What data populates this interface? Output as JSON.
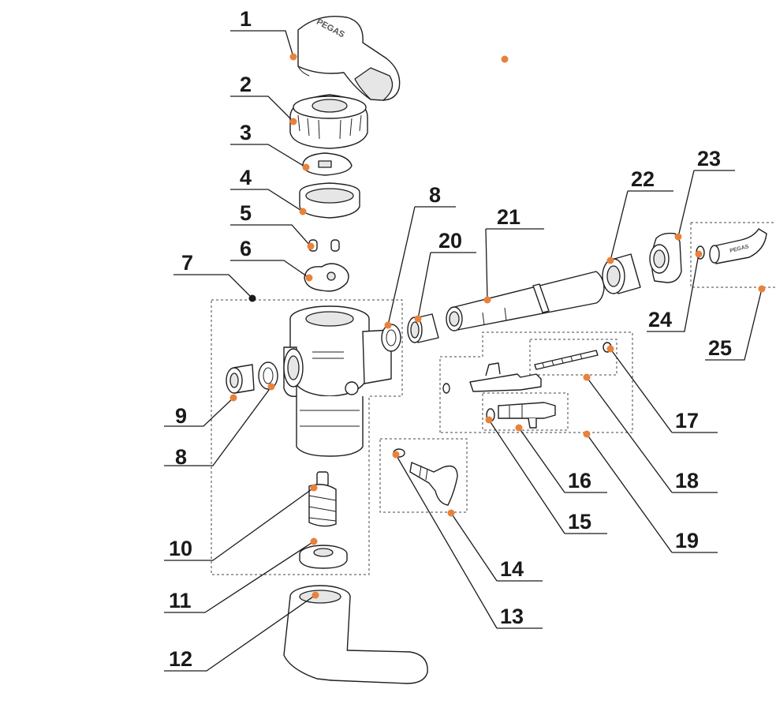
{
  "brand_text": "PEGAS",
  "dot_color": "#e8823a",
  "callouts": [
    {
      "id": "1",
      "label": "1"
    },
    {
      "id": "2",
      "label": "2"
    },
    {
      "id": "3",
      "label": "3"
    },
    {
      "id": "4",
      "label": "4"
    },
    {
      "id": "5",
      "label": "5"
    },
    {
      "id": "6",
      "label": "6"
    },
    {
      "id": "7",
      "label": "7"
    },
    {
      "id": "8a",
      "label": "8"
    },
    {
      "id": "8b",
      "label": "8"
    },
    {
      "id": "9",
      "label": "9"
    },
    {
      "id": "10",
      "label": "10"
    },
    {
      "id": "11",
      "label": "11"
    },
    {
      "id": "12",
      "label": "12"
    },
    {
      "id": "13",
      "label": "13"
    },
    {
      "id": "14",
      "label": "14"
    },
    {
      "id": "15",
      "label": "15"
    },
    {
      "id": "16",
      "label": "16"
    },
    {
      "id": "17",
      "label": "17"
    },
    {
      "id": "18",
      "label": "18"
    },
    {
      "id": "19",
      "label": "19"
    },
    {
      "id": "20",
      "label": "20"
    },
    {
      "id": "21",
      "label": "21"
    },
    {
      "id": "22",
      "label": "22"
    },
    {
      "id": "23",
      "label": "23"
    },
    {
      "id": "24",
      "label": "24"
    },
    {
      "id": "25",
      "label": "25"
    }
  ]
}
